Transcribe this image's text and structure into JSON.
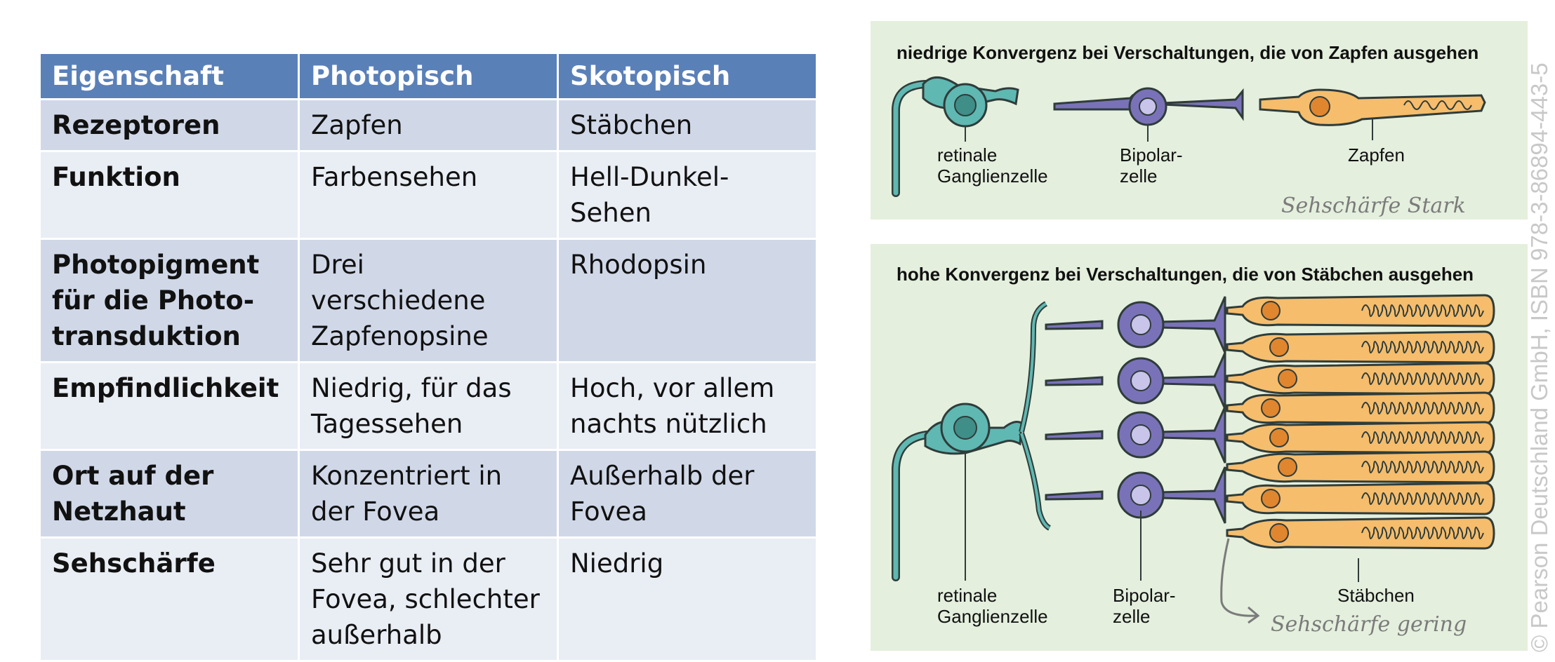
{
  "table": {
    "headers": [
      "Eigenschaft",
      "Photopisch",
      "Skotopisch"
    ],
    "rows": [
      [
        "Rezeptoren",
        "Zapfen",
        "Stäbchen"
      ],
      [
        "Funktion",
        "Farbensehen",
        "Hell-Dunkel-Sehen"
      ],
      [
        "Photopigment für die Photo-transduktion",
        "Drei verschiedene Zapfenopsine",
        "Rhodopsin"
      ],
      [
        "Empfindlichkeit",
        "Niedrig, für das Tagessehen",
        "Hoch, vor allem nachts nützlich"
      ],
      [
        "Ort auf der Netzhaut",
        "Konzentriert in der Fovea",
        "Außerhalb der Fovea"
      ],
      [
        "Sehschärfe",
        "Sehr gut in der Fovea, schlechter außerhalb",
        "Niedrig"
      ]
    ]
  },
  "diagram_top": {
    "title": "niedrige Konvergenz bei Verschaltungen, die von Zapfen ausgehen",
    "label_ganglion": "retinale\nGanglienzelle",
    "label_bipolar": "Bipolar-\nzelle",
    "label_receptor": "Zapfen",
    "handwritten": "Sehschärfe   Stark"
  },
  "diagram_bottom": {
    "title": "hohe Konvergenz bei Verschaltungen, die von Stäbchen ausgehen",
    "label_ganglion": "retinale\nGanglienzelle",
    "label_bipolar": "Bipolar-\nzelle",
    "label_receptor": "Stäbchen",
    "handwritten": "Sehschärfe  gering"
  },
  "watermark": "© Pearson Deutschland GmbH, ISBN 978-3-86894-443-5",
  "colors": {
    "header": "#5a80b8",
    "row_dark": "#d0d8e8",
    "row_light": "#e9edf4",
    "panel_bg": "#e4efdd",
    "ganglion": "#5fb8b2",
    "bipolar": "#7a72b8",
    "receptor": "#f5bd6c",
    "nucleus_receptor": "#e0862f"
  }
}
